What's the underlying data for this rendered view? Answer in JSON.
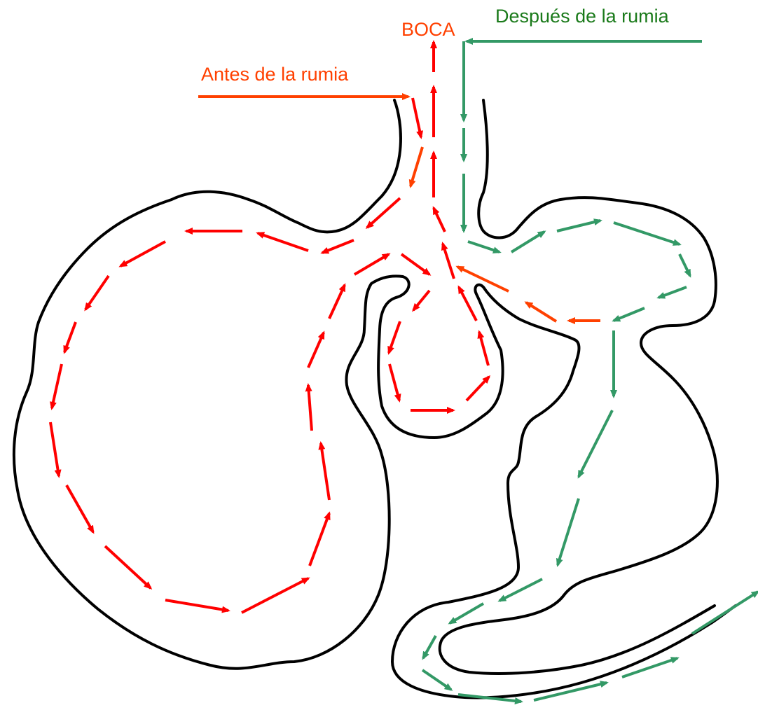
{
  "labels": {
    "mouth": "BOCA",
    "before_rumination": "Antes de la rumia",
    "after_rumination": "Después de la rumia"
  },
  "colors": {
    "outline": "#000000",
    "before_flow": "#ff0000",
    "before_accent": "#ff4000",
    "after_flow": "#339966",
    "after_label": "#1a7a1a"
  }
}
